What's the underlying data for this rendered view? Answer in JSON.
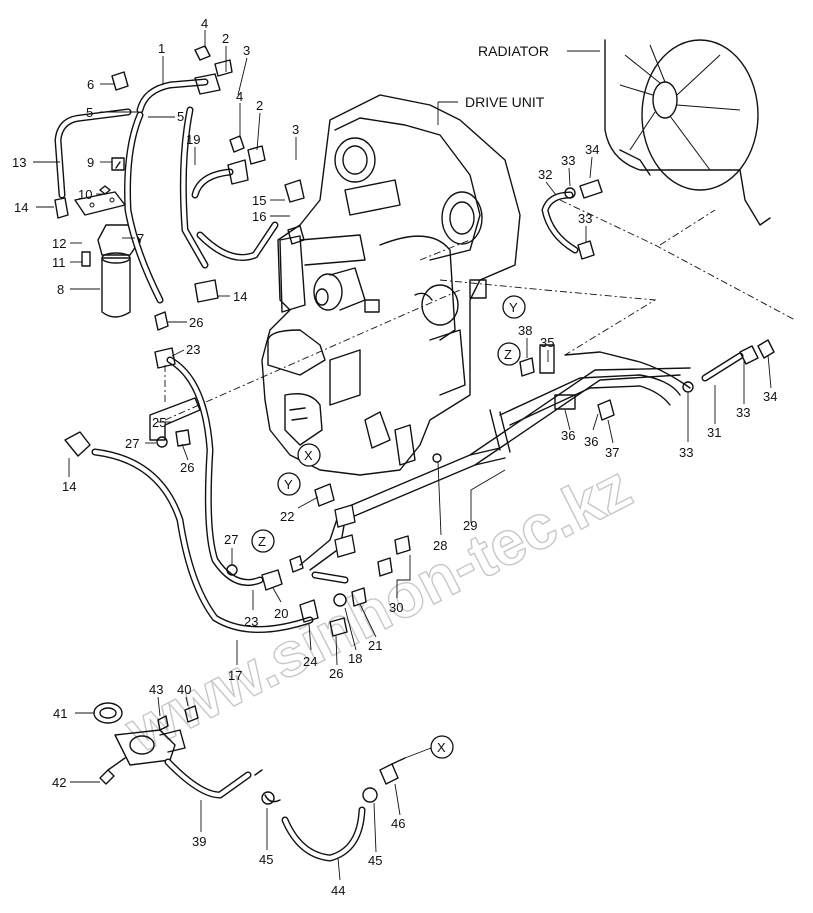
{
  "labels": {
    "radiator": "RADIATOR",
    "drive_unit": "DRIVE UNIT"
  },
  "watermark": "www.sinhon-tec.kz",
  "ref_circles": [
    "Y",
    "Z",
    "X",
    "Y",
    "Z",
    "X"
  ],
  "callouts": [
    "1",
    "2",
    "3",
    "4",
    "2",
    "3",
    "4",
    "5",
    "5",
    "6",
    "13",
    "9",
    "10",
    "14",
    "12",
    "7",
    "11",
    "8",
    "19",
    "15",
    "16",
    "14",
    "26",
    "23",
    "25",
    "27",
    "26",
    "14",
    "22",
    "27",
    "23",
    "20",
    "24",
    "26",
    "18",
    "21",
    "17",
    "28",
    "29",
    "30",
    "38",
    "35",
    "36",
    "36",
    "37",
    "33",
    "31",
    "33",
    "34",
    "32",
    "33",
    "34",
    "33",
    "41",
    "42",
    "43",
    "40",
    "39",
    "45",
    "44",
    "45",
    "46"
  ],
  "colors": {
    "line": "#111111",
    "watermark": "#c8c8c8",
    "background": "#ffffff"
  }
}
